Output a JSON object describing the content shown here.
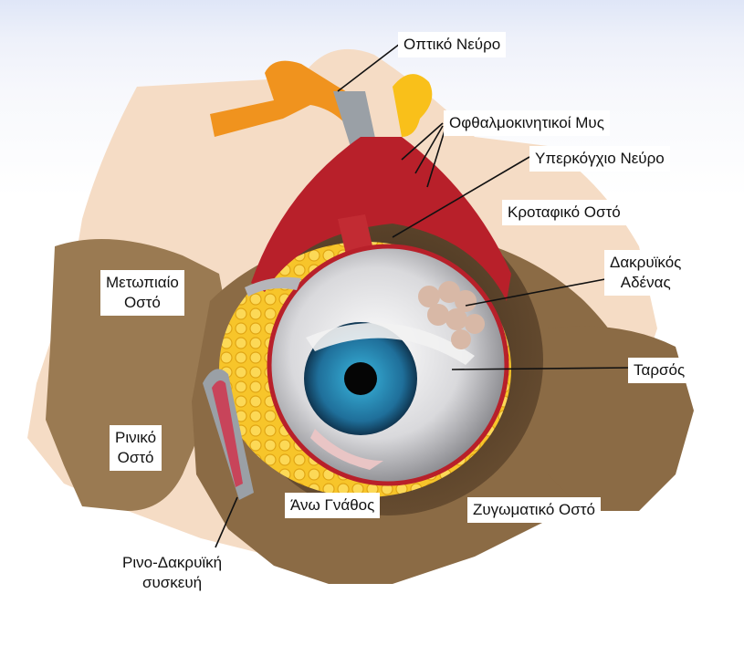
{
  "labels": {
    "optic_nerve": "Οπτικό Νεύρο",
    "oculomotor_muscles": "Οφθαλμοκινητικοί Μυς",
    "supraorbital_nerve": "Υπερκόγχιο Νεύρο",
    "temporal_bone": "Κροταφικό Οστό",
    "lacrimal_gland_line1": "Δακρυϊκός",
    "lacrimal_gland_line2": "Αδένας",
    "frontal_bone_line1": "Μετωπιαίο",
    "frontal_bone_line2": "Οστό",
    "tarsus": "Ταρσός",
    "nasal_bone_line1": "Ρινικό",
    "nasal_bone_line2": "Οστό",
    "maxilla": "Άνω Γνάθος",
    "zygomatic_bone": "Ζυγωματικό Οστό",
    "nasolacrimal_line1": "Ρινο-Δακρυϊκή",
    "nasolacrimal_line2": "συσκευή"
  },
  "colors": {
    "bone_light": "#f5dcc5",
    "bone_dark": "#8b6b45",
    "orbit_shadow": "#6a4f32",
    "fat": "#f7c52a",
    "muscle": "#b8202a",
    "nerve_orange": "#f0931e",
    "iris": "#1f6f9a",
    "sclera": "#d9d9dc"
  }
}
